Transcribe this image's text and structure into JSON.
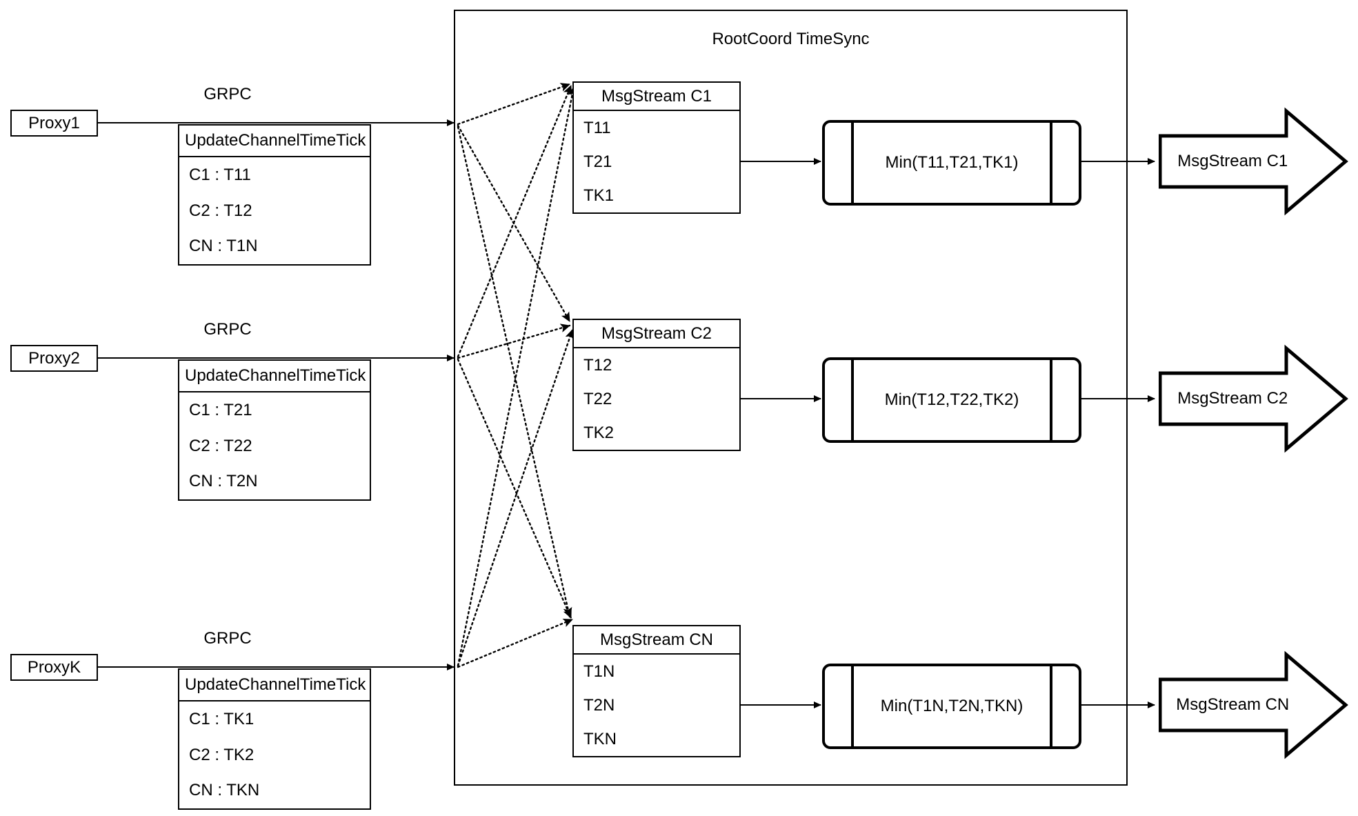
{
  "diagram": {
    "title": "RootCoord TimeSync",
    "background": "#ffffff",
    "stroke": "#000000"
  },
  "proxies": [
    {
      "name": "Proxy1",
      "edge_label": "GRPC",
      "request": {
        "header": "UpdateChannelTimeTick",
        "rows": [
          "C1 :  T11",
          "C2 :  T12",
          "CN : T1N"
        ]
      }
    },
    {
      "name": "Proxy2",
      "edge_label": "GRPC",
      "request": {
        "header": "UpdateChannelTimeTick",
        "rows": [
          "C1 :  T21",
          "C2 :  T22",
          "CN : T2N"
        ]
      }
    },
    {
      "name": "ProxyK",
      "edge_label": "GRPC",
      "request": {
        "header": "UpdateChannelTimeTick",
        "rows": [
          "C1 :  TK1",
          "C2 :  TK2",
          "CN : TKN"
        ]
      }
    }
  ],
  "channels": [
    {
      "stream": {
        "header": "MsgStream C1",
        "rows": [
          "T11",
          "T21",
          "TK1"
        ]
      },
      "process": "Min(T11,T21,TK1)",
      "output": "MsgStream C1"
    },
    {
      "stream": {
        "header": "MsgStream C2",
        "rows": [
          "T12",
          "T22",
          "TK2"
        ]
      },
      "process": "Min(T12,T22,TK2)",
      "output": "MsgStream C2"
    },
    {
      "stream": {
        "header": "MsgStream CN",
        "rows": [
          "T1N",
          "T2N",
          "TKN"
        ]
      },
      "process": "Min(T1N,T2N,TKN)",
      "output": "MsgStream CN"
    }
  ]
}
